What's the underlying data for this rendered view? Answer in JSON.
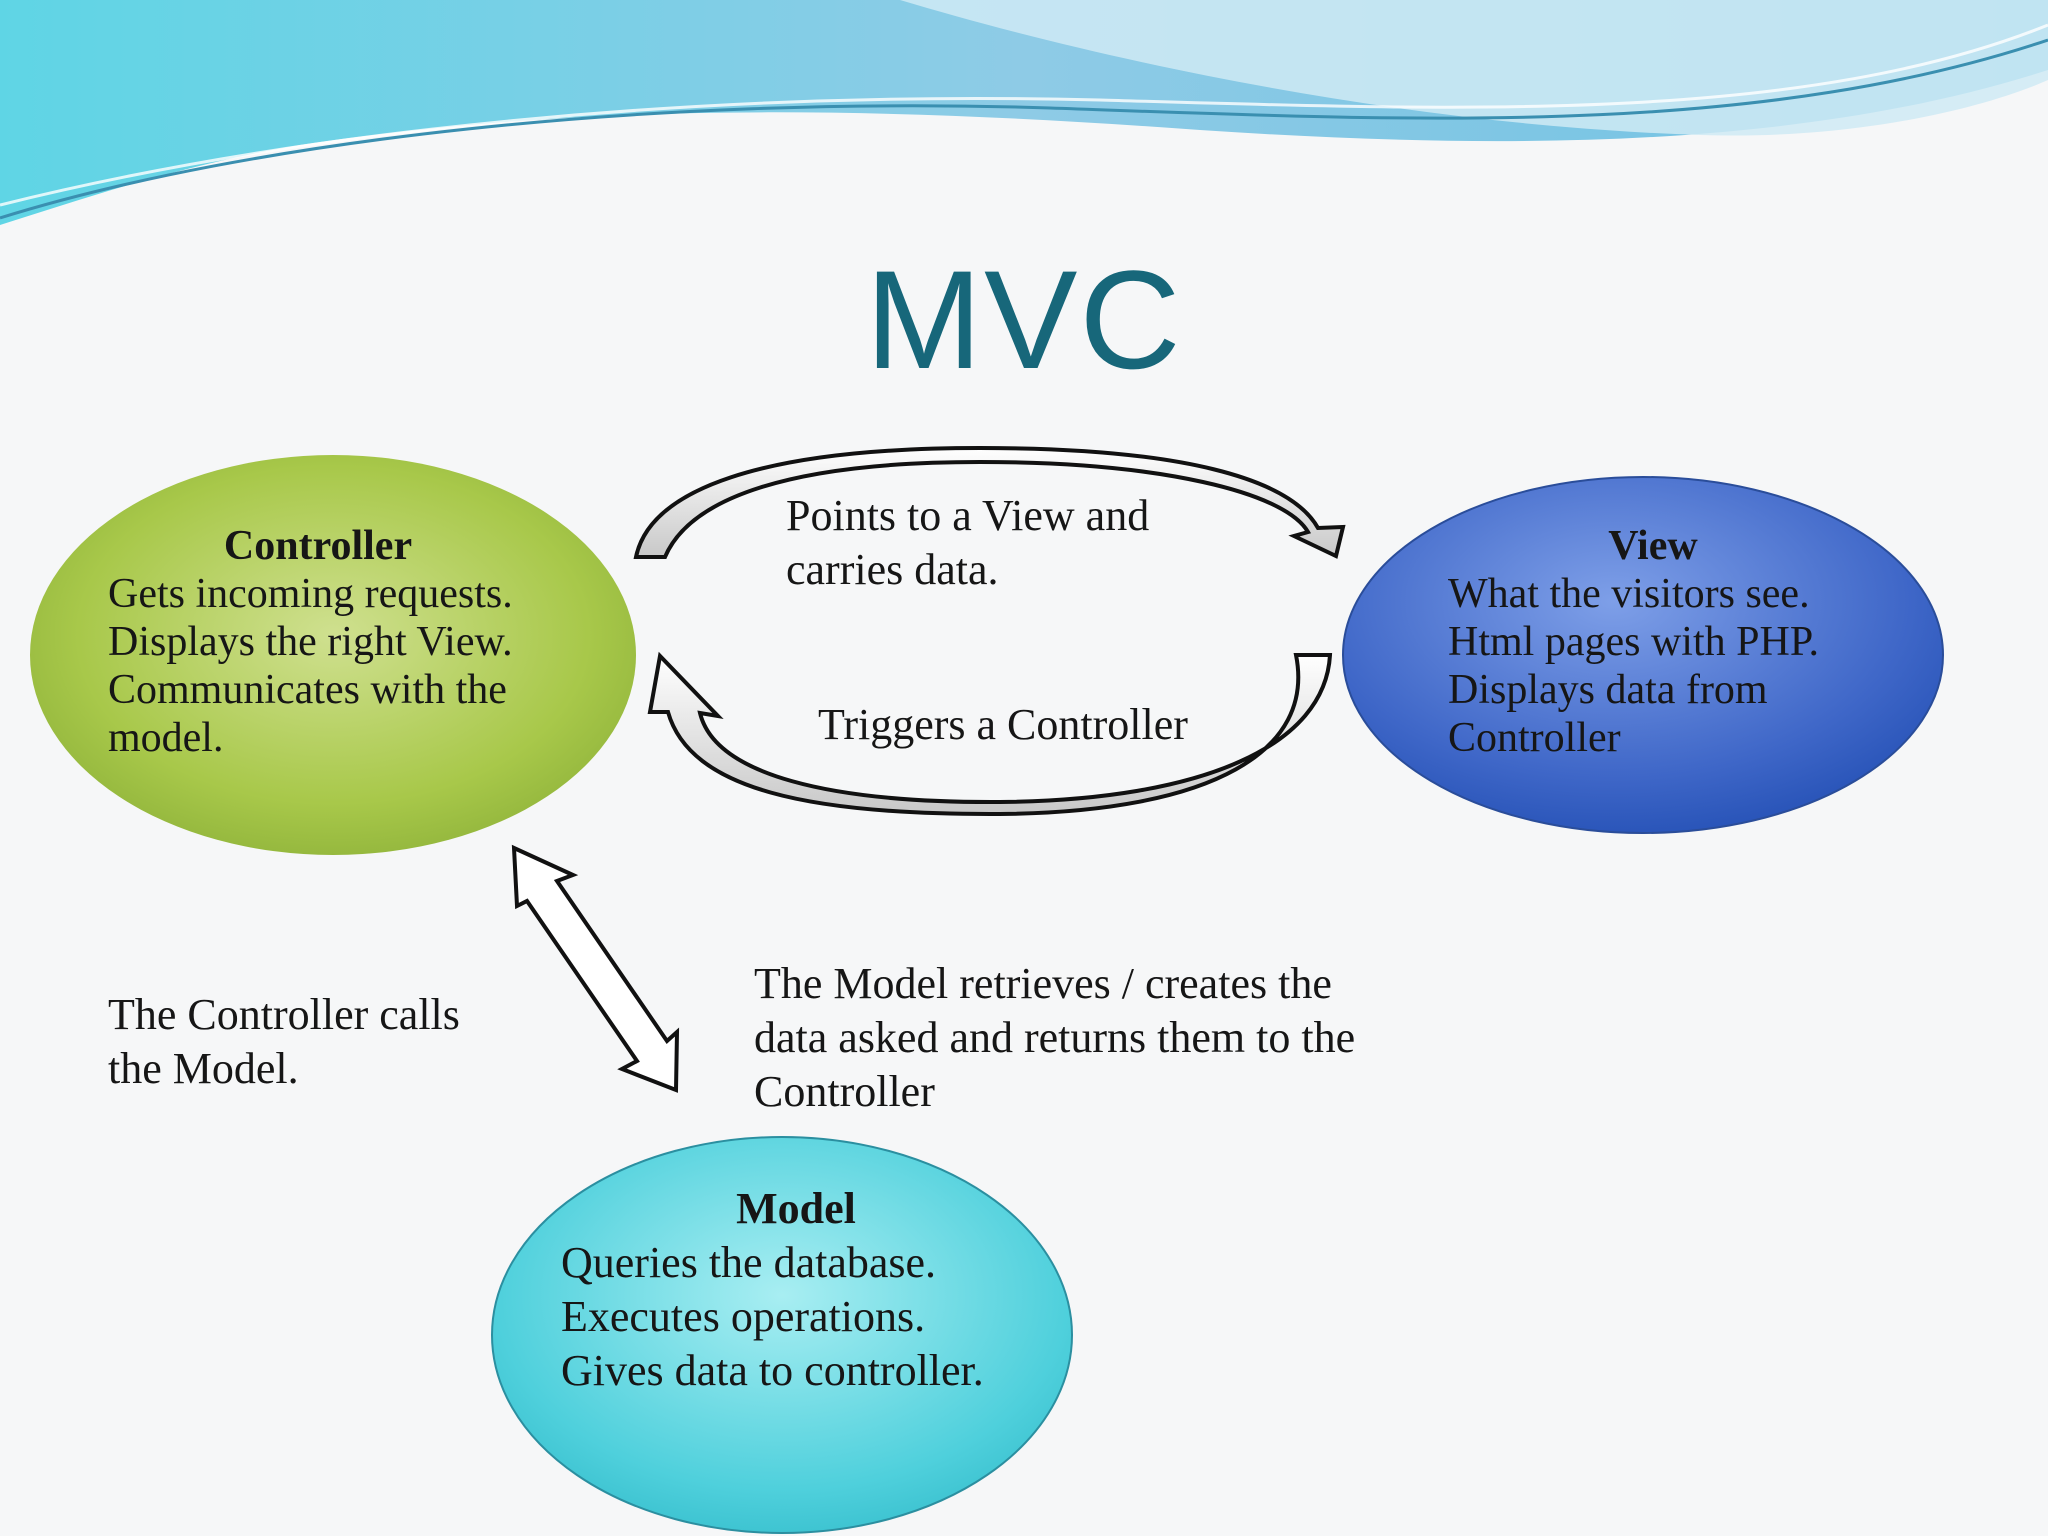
{
  "title": "MVC",
  "colors": {
    "title": "#17677a",
    "controller_fill": "#a8c84a",
    "view_fill": "#3f67c8",
    "model_fill": "#3fcbd8",
    "wave_blue": "#7fc4e0",
    "wave_cyan": "#6fdde8"
  },
  "controller": {
    "heading": "Controller",
    "lines": [
      "Gets incoming requests.",
      "Displays the right View.",
      "Communicates with the",
      "model."
    ]
  },
  "view": {
    "heading": "View",
    "lines": [
      "What the visitors see.",
      "Html pages with PHP.",
      "Displays data from",
      "Controller"
    ]
  },
  "model": {
    "heading": "Model",
    "lines": [
      "Queries the database.",
      "Executes operations.",
      "Gives data to controller."
    ]
  },
  "labels": {
    "controller_to_view": [
      "Points to a View and",
      "carries data."
    ],
    "view_to_controller": [
      "Triggers a Controller"
    ],
    "controller_calls_model": [
      "The Controller calls",
      "the Model."
    ],
    "model_returns": [
      "The Model retrieves / creates the",
      "data asked and returns them to the",
      "Controller"
    ]
  }
}
